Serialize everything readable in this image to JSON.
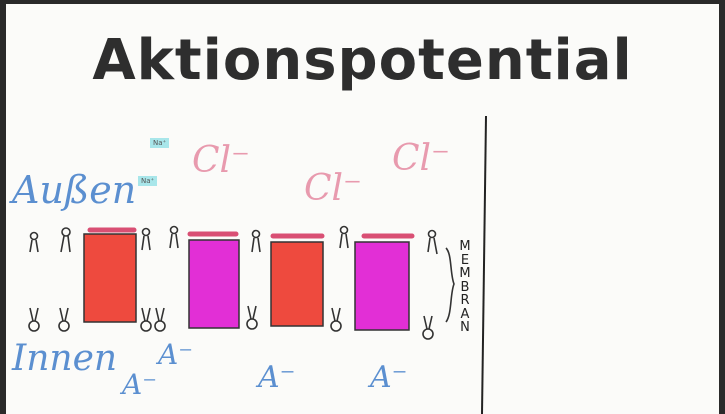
{
  "title": "Aktionspotential",
  "labels": {
    "outside": "Außen",
    "inside": "Innen",
    "membrane": "MEMBRAN"
  },
  "ions_outside": {
    "sodium_1": "Na⁺",
    "sodium_2": "Na⁺",
    "chloride_1": "Cl⁻",
    "chloride_2": "Cl⁻",
    "chloride_3": "Cl⁻"
  },
  "ions_inside": {
    "anion_1": "A⁻",
    "anion_2": "A⁻",
    "anion_3": "A⁻",
    "anion_4": "A⁻"
  },
  "colors": {
    "channel_red": "#ee4a3e",
    "channel_magenta": "#e22fd6",
    "channel_cap": "#d94f74",
    "marker_blue": "#5b8fd0",
    "marker_pink": "#e89aae"
  }
}
